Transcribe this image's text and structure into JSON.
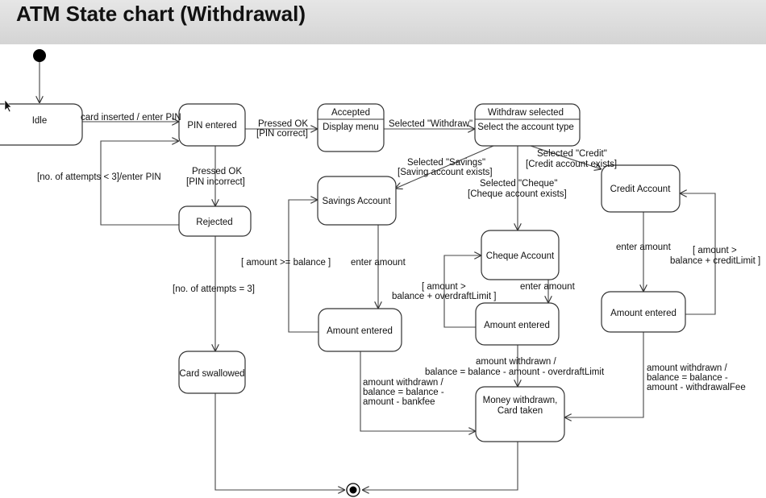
{
  "title": "ATM State chart (Withdrawal)",
  "states": {
    "idle": "Idle",
    "pin_entered": "PIN entered",
    "accepted": "Accepted",
    "accepted_activity": "Display menu",
    "withdraw_selected": "Withdraw selected",
    "withdraw_activity": "Select the account type",
    "rejected": "Rejected",
    "savings_account": "Savings Account",
    "cheque_account": "Cheque Account",
    "credit_account": "Credit Account",
    "savings_amount": "Amount entered",
    "cheque_amount": "Amount entered",
    "credit_amount": "Amount entered",
    "card_swallowed": "Card swallowed",
    "money_withdrawn_1": "Money withdrawn,",
    "money_withdrawn_2": "Card taken"
  },
  "transitions": {
    "card_inserted": "card inserted / enter PIN",
    "pressed_ok_1": "Pressed OK",
    "pin_correct": "[PIN correct]",
    "selected_withdraw": "Selected \"Withdraw\"",
    "pressed_ok_2": "Pressed OK",
    "pin_incorrect": "[PIN incorrect]",
    "attempts_lt3": "[no. of attempts < 3]/enter PIN",
    "attempts_eq3": "[no. of attempts = 3]",
    "selected_savings_1": "Selected \"Savings\"",
    "selected_savings_2": "[Saving account exists]",
    "selected_cheque_1": "Selected \"Cheque\"",
    "selected_cheque_2": "[Cheque account exists]",
    "selected_credit_1": "Selected \"Credit\"",
    "selected_credit_2": "[Credit account exists]",
    "savings_guard": "[ amount >= balance ]",
    "savings_enter": "enter amount",
    "cheque_guard_1": "[ amount >",
    "cheque_guard_2": "balance + overdraftLimit ]",
    "cheque_enter": "enter amount",
    "credit_enter": "enter amount",
    "credit_guard_1": "[ amount >",
    "credit_guard_2": "balance + creditLimit ]",
    "savings_withdraw_1": "amount withdrawn /",
    "savings_withdraw_2": "balance = balance -",
    "savings_withdraw_3": "amount - bankfee",
    "cheque_withdraw_1": "amount withdrawn /",
    "cheque_withdraw_2": "balance = balance - amount - overdraftLimit",
    "credit_withdraw_1": "amount withdrawn /",
    "credit_withdraw_2": "balance = balance -",
    "credit_withdraw_3": "amount - withdrawalFee"
  }
}
